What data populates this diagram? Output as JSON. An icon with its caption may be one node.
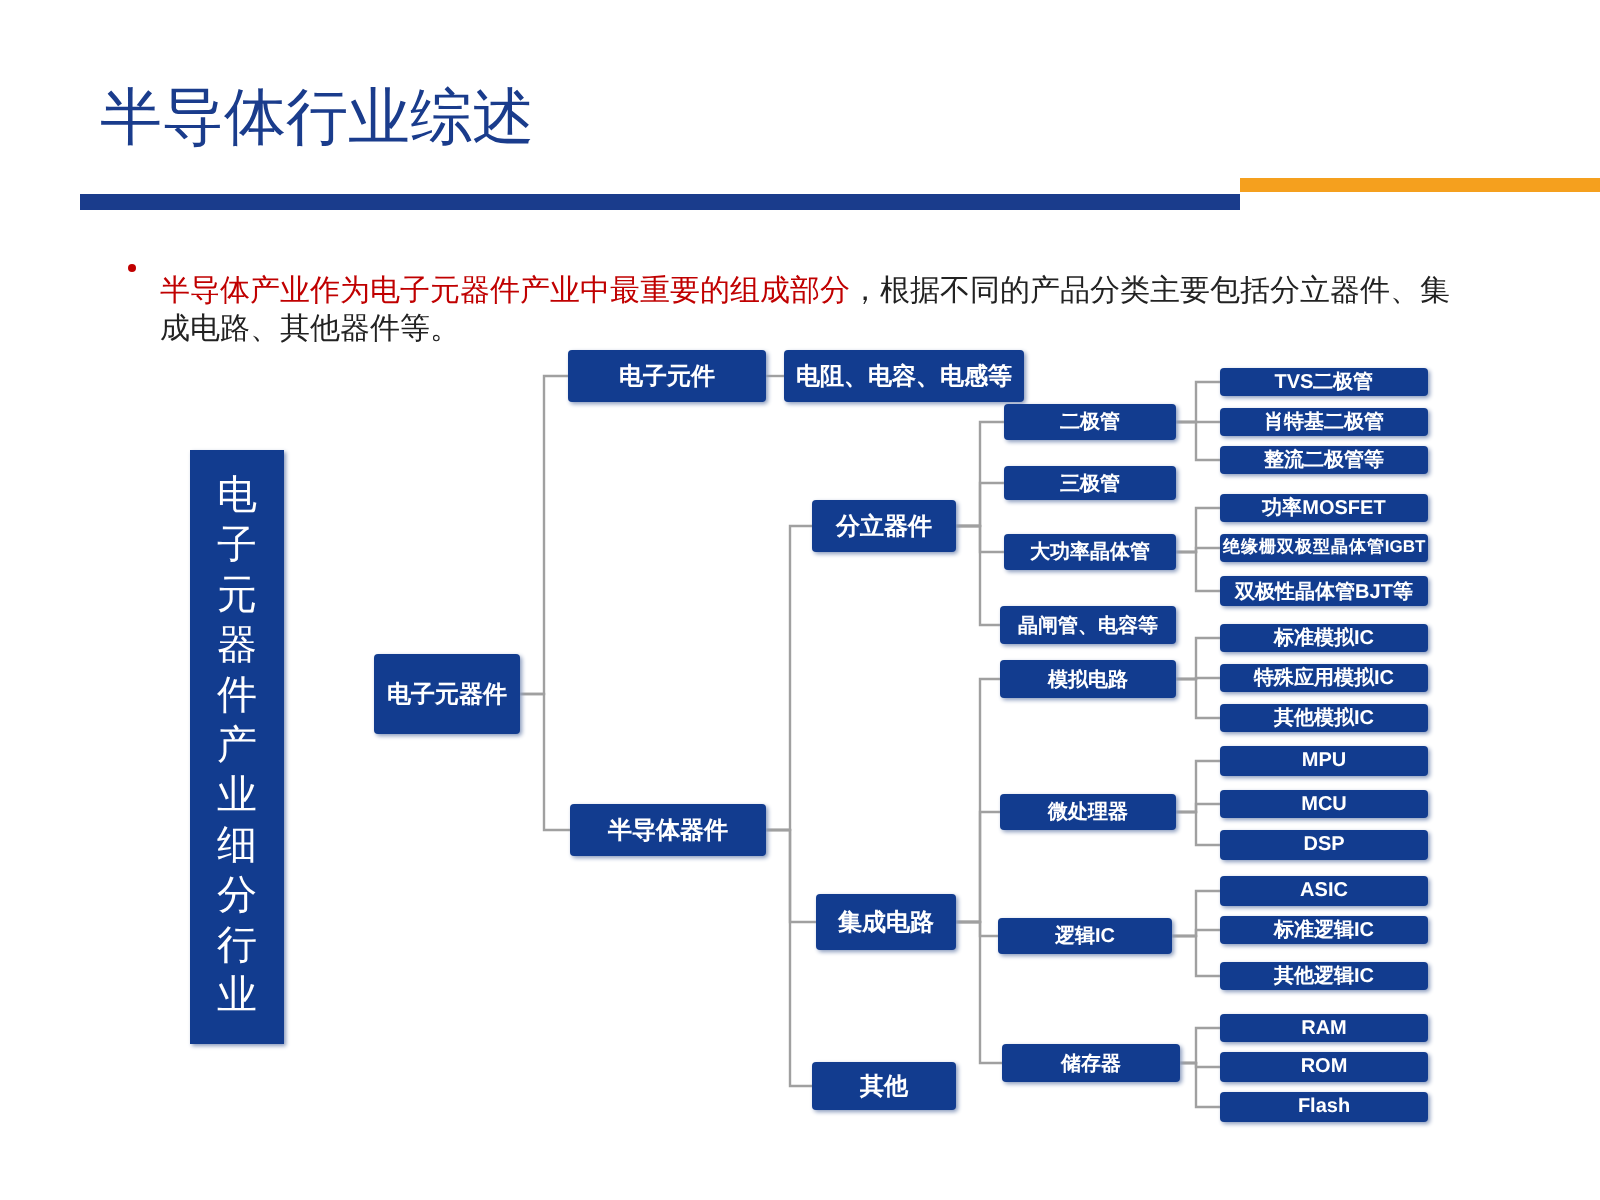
{
  "diagram": {
    "title": "半导体行业综述",
    "labels": [
      "**半导体产业作为电子元器件产业中最重要的组成部分**，根据不同的产品分类主要包括分立器件、集成电路、其他器件等。"
    ],
    "nodes": [
      {
        "text": [
          "电子元器件产业细分行业"
        ]
      },
      {
        "text": [
          "电子元器件"
        ]
      },
      {
        "text": [
          "电子元件"
        ]
      },
      {
        "text": [
          "电阻、电容、电感等"
        ]
      },
      {
        "text": [
          "半导体器件"
        ]
      },
      {
        "text": [
          "分立器件"
        ]
      },
      {
        "text": [
          "集成电路"
        ]
      },
      {
        "text": [
          "其他"
        ]
      },
      {
        "text": [
          "二极管"
        ]
      },
      {
        "text": [
          "三极管"
        ]
      },
      {
        "text": [
          "大功率晶体管"
        ]
      },
      {
        "text": [
          "晶闸管、电容等"
        ]
      },
      {
        "text": [
          "模拟电路"
        ]
      },
      {
        "text": [
          "微处理器"
        ]
      },
      {
        "text": [
          "逻辑IC"
        ]
      },
      {
        "text": [
          "储存器"
        ]
      },
      {
        "text": [
          "TVS二极管"
        ]
      },
      {
        "text": [
          "肖特基二极管"
        ]
      },
      {
        "text": [
          "整流二极管等"
        ]
      },
      {
        "text": [
          "功率MOSFET"
        ]
      },
      {
        "text": [
          "绝缘栅双极型晶体管IGBT"
        ]
      },
      {
        "text": [
          "双极性晶体管BJT等"
        ]
      },
      {
        "text": [
          "标准模拟IC"
        ]
      },
      {
        "text": [
          "特殊应用模拟IC"
        ]
      },
      {
        "text": [
          "其他模拟IC"
        ]
      },
      {
        "text": [
          "MPU"
        ]
      },
      {
        "text": [
          "MCU"
        ]
      },
      {
        "text": [
          "DSP"
        ]
      },
      {
        "text": [
          "ASIC"
        ]
      },
      {
        "text": [
          "标准逻辑IC"
        ]
      },
      {
        "text": [
          "其他逻辑IC"
        ]
      },
      {
        "text": [
          "RAM"
        ]
      },
      {
        "text": [
          "ROM"
        ]
      },
      {
        "text": [
          "Flash"
        ]
      }
    ],
    "edges": [
      {
        "from": 1,
        "to": 2,
        "arrow": "none"
      },
      {
        "from": 1,
        "to": 4,
        "arrow": "none"
      },
      {
        "from": 2,
        "to": 3,
        "arrow": "none"
      },
      {
        "from": 4,
        "to": 5,
        "arrow": "none"
      },
      {
        "from": 4,
        "to": 6,
        "arrow": "none"
      },
      {
        "from": 4,
        "to": 7,
        "arrow": "none"
      },
      {
        "from": 5,
        "to": 8,
        "arrow": "none"
      },
      {
        "from": 5,
        "to": 9,
        "arrow": "none"
      },
      {
        "from": 5,
        "to": 10,
        "arrow": "none"
      },
      {
        "from": 5,
        "to": 11,
        "arrow": "none"
      },
      {
        "from": 6,
        "to": 12,
        "arrow": "none"
      },
      {
        "from": 6,
        "to": 13,
        "arrow": "none"
      },
      {
        "from": 6,
        "to": 14,
        "arrow": "none"
      },
      {
        "from": 6,
        "to": 15,
        "arrow": "none"
      },
      {
        "from": 8,
        "to": 16,
        "arrow": "none"
      },
      {
        "from": 8,
        "to": 17,
        "arrow": "none"
      },
      {
        "from": 8,
        "to": 18,
        "arrow": "none"
      },
      {
        "from": 10,
        "to": 19,
        "arrow": "none"
      },
      {
        "from": 10,
        "to": 20,
        "arrow": "none"
      },
      {
        "from": 10,
        "to": 21,
        "arrow": "none"
      },
      {
        "from": 12,
        "to": 22,
        "arrow": "none"
      },
      {
        "from": 12,
        "to": 23,
        "arrow": "none"
      },
      {
        "from": 12,
        "to": 24,
        "arrow": "none"
      },
      {
        "from": 13,
        "to": 25,
        "arrow": "none"
      },
      {
        "from": 13,
        "to": 26,
        "arrow": "none"
      },
      {
        "from": 13,
        "to": 27,
        "arrow": "none"
      },
      {
        "from": 14,
        "to": 28,
        "arrow": "none"
      },
      {
        "from": 14,
        "to": 29,
        "arrow": "none"
      },
      {
        "from": 14,
        "to": 30,
        "arrow": "none"
      },
      {
        "from": 15,
        "to": 31,
        "arrow": "none"
      },
      {
        "from": 15,
        "to": 32,
        "arrow": "none"
      },
      {
        "from": 15,
        "to": 33,
        "arrow": "none"
      }
    ]
  }
}
